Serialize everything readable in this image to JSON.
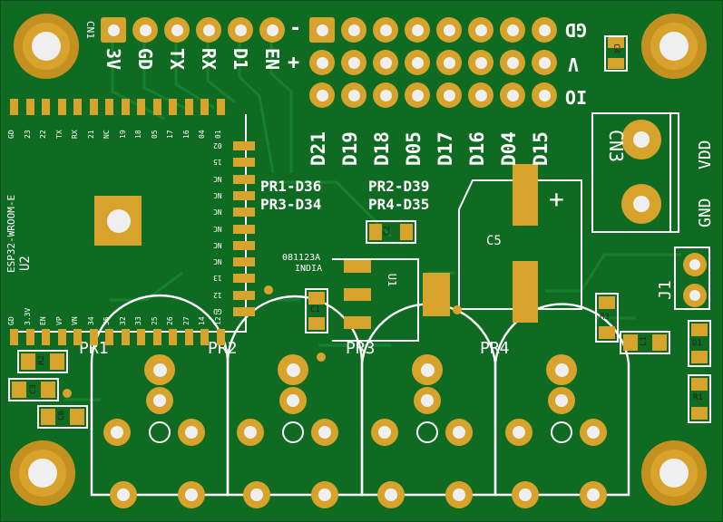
{
  "board": {
    "colors": {
      "soldermask": "#0f6a22",
      "copper": "#d8a32c",
      "silkscreen": "#ffffff",
      "trace": "#157d2b"
    },
    "module": {
      "name": "ESP32-WROOM-E",
      "ref": "U2",
      "top_pins": [
        "GD",
        "23",
        "22",
        "TX",
        "RX",
        "21",
        "NC",
        "19",
        "18",
        "05",
        "17",
        "16",
        "04",
        "01"
      ],
      "right_pins": [
        "02",
        "15",
        "NC",
        "NC",
        "NC",
        "NC",
        "NC",
        "NC",
        "13",
        "12",
        "GD"
      ],
      "bottom_pins": [
        "GD",
        "3.3V",
        "EN",
        "VP",
        "VN",
        "34",
        "35",
        "32",
        "33",
        "25",
        "26",
        "27",
        "14",
        "12"
      ]
    },
    "header_left": [
      "3V",
      "GD",
      "TX",
      "RX",
      "D1",
      "EN"
    ],
    "header_right_labels": [
      "GD",
      "V",
      "IO"
    ],
    "header_right_sign_minus": "-",
    "header_right_sign_plus": "+",
    "gpio_labels": [
      "D21",
      "D19",
      "D18",
      "D05",
      "D17",
      "D16",
      "D04",
      "D15"
    ],
    "pr_map": [
      "PR1-D36",
      "PR2-D39",
      "PR3-D34",
      "PR4-D35"
    ],
    "chip_code": [
      "081123A",
      "INDIA"
    ],
    "components": {
      "u1": "U1",
      "c1": "C1",
      "c2": "C2",
      "c3": "C3",
      "c4": "C4",
      "c5": "C5",
      "c5_plus": "+",
      "c6": "C6",
      "r1": "R1",
      "r2": "R2",
      "r3": "R3",
      "l1": "L1",
      "d1": "D1",
      "j1": "J1",
      "cn1": "CN1",
      "cn3": "CN3"
    },
    "cn3_labels": [
      "VDD",
      "GND"
    ],
    "photoresistors": [
      "PR1",
      "PR2",
      "PR3",
      "PR4"
    ]
  }
}
